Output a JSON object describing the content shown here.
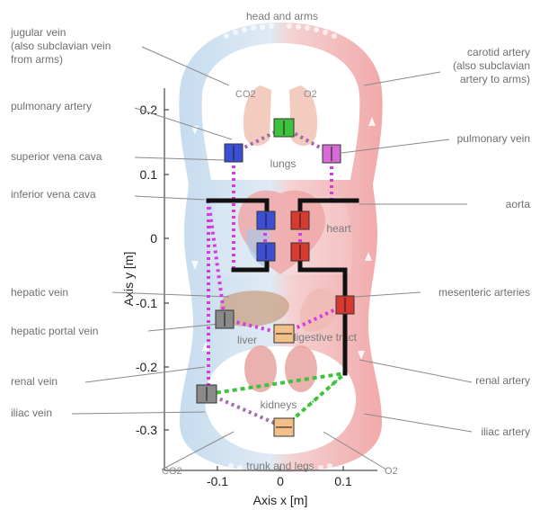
{
  "region_labels": {
    "head": "head and arms",
    "lungs": "lungs",
    "heart": "heart",
    "liver": "liver",
    "digestive": "digestive tract",
    "kidneys": "kidneys",
    "trunk": "trunk and legs"
  },
  "gas_labels": {
    "co2_top": "CO2",
    "o2_top": "O2",
    "co2_bottom": "CO2",
    "o2_bottom": "O2"
  },
  "left_labels": {
    "jugular_1": "jugular vein",
    "jugular_2": "(also subclavian vein",
    "jugular_3": "from arms)",
    "pulmonary_artery": "pulmonary artery",
    "superior_vena_cava": "superior vena cava",
    "inferior_vena_cava": "inferior vena cava",
    "hepatic_vein": "hepatic vein",
    "hepatic_portal_vein": "hepatic portal vein",
    "renal_vein": "renal vein",
    "iliac_vein": "iliac vein"
  },
  "right_labels": {
    "carotid_1": "carotid artery",
    "carotid_2": "(also subclavian",
    "carotid_3": "artery to arms)",
    "pulmonary_vein": "pulmonary vein",
    "aorta": "aorta",
    "mesenteric_arteries": "mesenteric arteries",
    "renal_artery": "renal artery",
    "iliac_artery": "iliac artery"
  },
  "axes": {
    "x_label": "Axis x",
    "x_unit": "[m]",
    "y_label": "Axis y",
    "y_unit": "[m]",
    "x_ticks": [
      "-0.1",
      "0",
      "0.1"
    ],
    "y_ticks": [
      "0.2",
      "0.1",
      "0",
      "-0.1",
      "-0.2",
      "-0.3"
    ]
  },
  "colors": {
    "venous": "#c4dbee",
    "arterial": "#f2a3a3",
    "connector_magenta": "#d63be0",
    "connector_green": "#3fc33f",
    "connector_black": "#111111",
    "node_blue": "#3b4fd6",
    "node_red": "#d83a30",
    "node_green": "#3ec23e",
    "node_magenta": "#d86ad6",
    "node_gray": "#8a8a8a",
    "node_peach": "#f4c08a"
  }
}
